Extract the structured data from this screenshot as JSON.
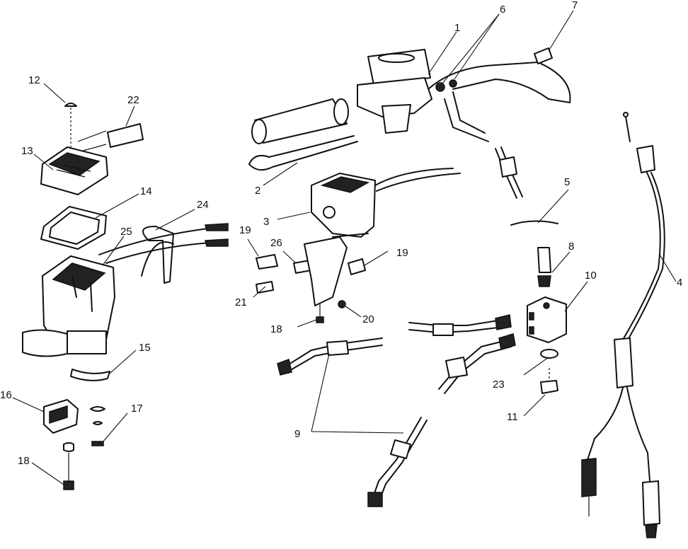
{
  "callouts": {
    "c1": "1",
    "c2": "2",
    "c3": "3",
    "c4": "4",
    "c5": "5",
    "c6": "6",
    "c7": "7",
    "c8": "8",
    "c9": "9",
    "c10": "10",
    "c11": "11",
    "c12": "12",
    "c13": "13",
    "c14": "14",
    "c15": "15",
    "c16": "16",
    "c17": "17",
    "c18a": "18",
    "c18b": "18",
    "c19a": "19",
    "c19b": "19",
    "c20": "20",
    "c21": "21",
    "c22": "22",
    "c23": "23",
    "c24": "24",
    "c25": "25",
    "c26": "26"
  }
}
